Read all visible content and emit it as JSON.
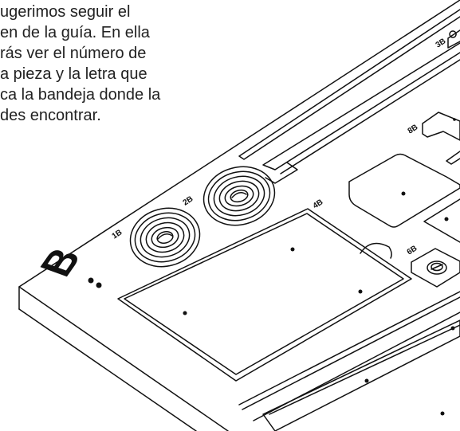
{
  "instructions": {
    "lines": [
      "ugerimos seguir el",
      "en de la guía. En ella",
      "rás ver el número de",
      "a pieza y la letra que",
      "ca la bandeja donde la",
      "des encontrar."
    ]
  },
  "pieces": {
    "p1": "1B",
    "p2": "2B",
    "p3": "3B",
    "p4": "4B",
    "p6": "6B",
    "p8": "8B"
  },
  "logo": {
    "letter": "B"
  },
  "colors": {
    "stroke": "#111111",
    "background": "#ffffff",
    "text": "#222222"
  }
}
